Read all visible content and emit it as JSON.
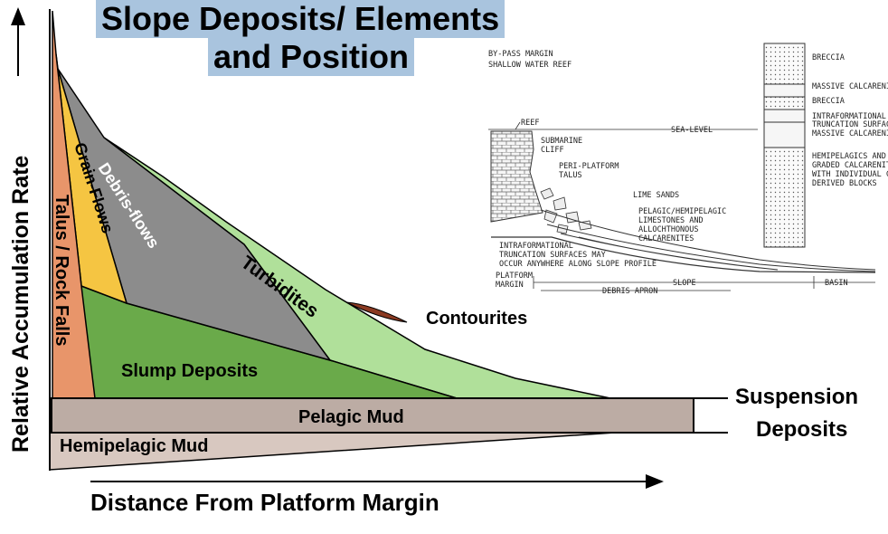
{
  "title": {
    "line1": "Slope Deposits/ Elements",
    "line2": "and Position"
  },
  "axes": {
    "y_label": "Relative Accumulation Rate",
    "x_label": "Distance From Platform Margin"
  },
  "facies": {
    "talus": "Talus / Rock Falls",
    "grain_flows": "Grain-Flows",
    "debris_flows": "Debris-flows",
    "turbidites": "Turbidites",
    "contourites": "Contourites",
    "slump": "Slump Deposits",
    "pelagic": "Pelagic Mud",
    "hemipelagic": "Hemipelagic Mud"
  },
  "suspension": {
    "line1": "Suspension",
    "line2": "Deposits"
  },
  "colors": {
    "talus": "#e8956a",
    "grain_flows": "#f5c542",
    "debris_flows": "#8c8c8c",
    "turbidites": "#b0e09a",
    "slump": "#6aaa4a",
    "pelagic": "#bcaca4",
    "hemipelagic": "#d8c8c0",
    "title_bg": "#a9c4de"
  },
  "sketch": {
    "header1": "BY-PASS MARGIN",
    "header2": "SHALLOW WATER REEF",
    "reef": "REEF",
    "sea_level": "SEA-LEVEL",
    "submarine_cliff1": "SUBMARINE",
    "submarine_cliff2": "CLIFF",
    "peri_platform1": "PERI-PLATFORM",
    "peri_platform2": "TALUS",
    "lime_sands": "LIME SANDS",
    "pelagic1": "PELAGIC/HEMIPELAGIC",
    "pelagic2": "LIMESTONES AND",
    "pelagic3": "ALLOCHTHONOUS",
    "pelagic4": "CALCARENITES",
    "intraf1": "INTRAFORMATIONAL",
    "intraf2": "TRUNCATION SURFACES MAY",
    "intraf3": "OCCUR ANYWHERE ALONG SLOPE PROFILE",
    "platform1": "PLATFORM",
    "platform2": "MARGIN",
    "debris_apron": "DEBRIS APRON",
    "slope": "SLOPE",
    "basin": "BASIN",
    "col_breccia1": "BRECCIA",
    "col_massive1": "MASSIVE CALCARENITES",
    "col_breccia2": "BRECCIA",
    "col_intraf1": "INTRAFORMATIONAL",
    "col_intraf2": "TRUNCATION SURFACE",
    "col_massive2": "MASSIVE CALCARENITES",
    "col_hemi1": "HEMIPELAGICS AND",
    "col_hemi2": "GRADED CALCARENITES",
    "col_hemi3": "WITH INDIVIDUAL CLIFF-",
    "col_hemi4": "DERIVED BLOCKS"
  }
}
